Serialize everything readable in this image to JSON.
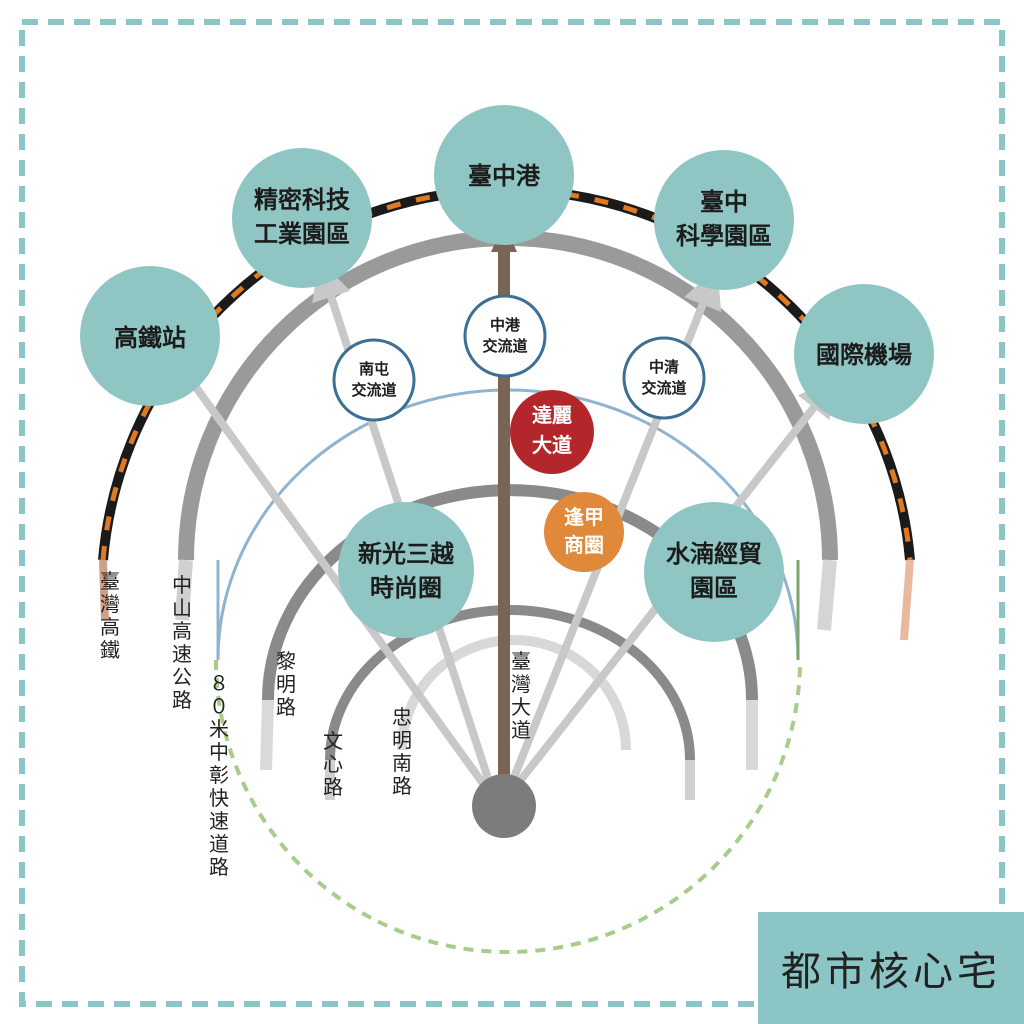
{
  "title": "都市核心宅",
  "destinations": {
    "hsr_station": "高鐵站",
    "precision_park": [
      "精密科技",
      "工業園區"
    ],
    "taichung_port": "臺中港",
    "science_park": [
      "臺中",
      "科學園區"
    ],
    "airport": "國際機場"
  },
  "districts": {
    "shinkong": [
      "新光三越",
      "時尚圈"
    ],
    "fengjia": [
      "逢甲",
      "商圈"
    ],
    "shuinan": [
      "水湳經貿",
      "園區"
    ],
    "dali": [
      "達麗",
      "大道"
    ]
  },
  "interchanges": {
    "nantun": [
      "南屯",
      "交流道"
    ],
    "zhonggang": [
      "中港",
      "交流道"
    ],
    "zhongqing": [
      "中清",
      "交流道"
    ]
  },
  "roads": {
    "taiwan_hsr": "臺灣高鐵",
    "zhongshan_fwy": "中山高速公路",
    "expressway_80m": "８０米中彰快速道路",
    "liming": "黎明路",
    "wenxin": "文心路",
    "zhongming_s": "忠明南路",
    "taiwan_blvd": "臺灣大道"
  },
  "colors": {
    "teal_circle": "#8fc6c4",
    "brown_arrow": "#7a6455",
    "gray_arc": "#9a9a9a",
    "orange_dash": "#e07a22",
    "dali_red": "#b3262b",
    "fengjia_orange": "#e0893a",
    "blue_ring": "#8fb4cf",
    "green_dashed": "#a8cc8a",
    "frame_dash": "#8cc5c5"
  }
}
